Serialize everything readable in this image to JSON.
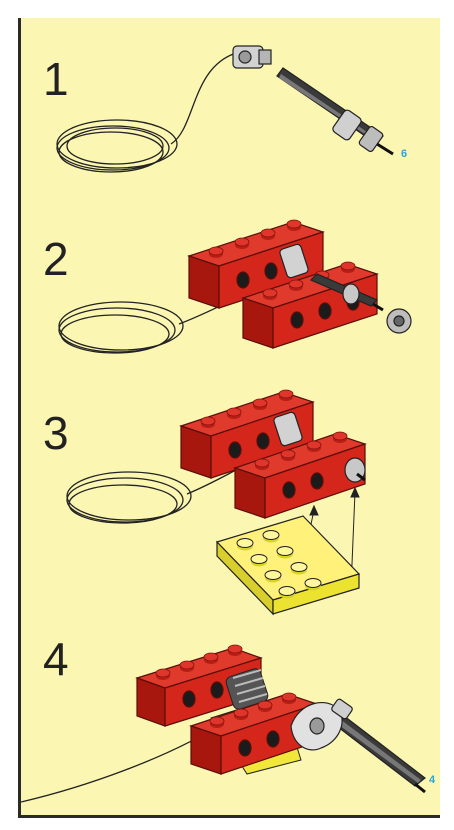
{
  "steps": [
    {
      "number": "1",
      "ref_count": "6"
    },
    {
      "number": "2",
      "ref_count": ""
    },
    {
      "number": "3",
      "ref_count": ""
    },
    {
      "number": "4",
      "ref_count": "4"
    }
  ],
  "colors": {
    "background": "#fbf6b2",
    "brick_red": "#d8281c",
    "plate_yellow": "#f5ee3a",
    "part_grey": "#c9c9c9",
    "axle_black": "#333333",
    "ref_blue": "#2aa6d8"
  }
}
